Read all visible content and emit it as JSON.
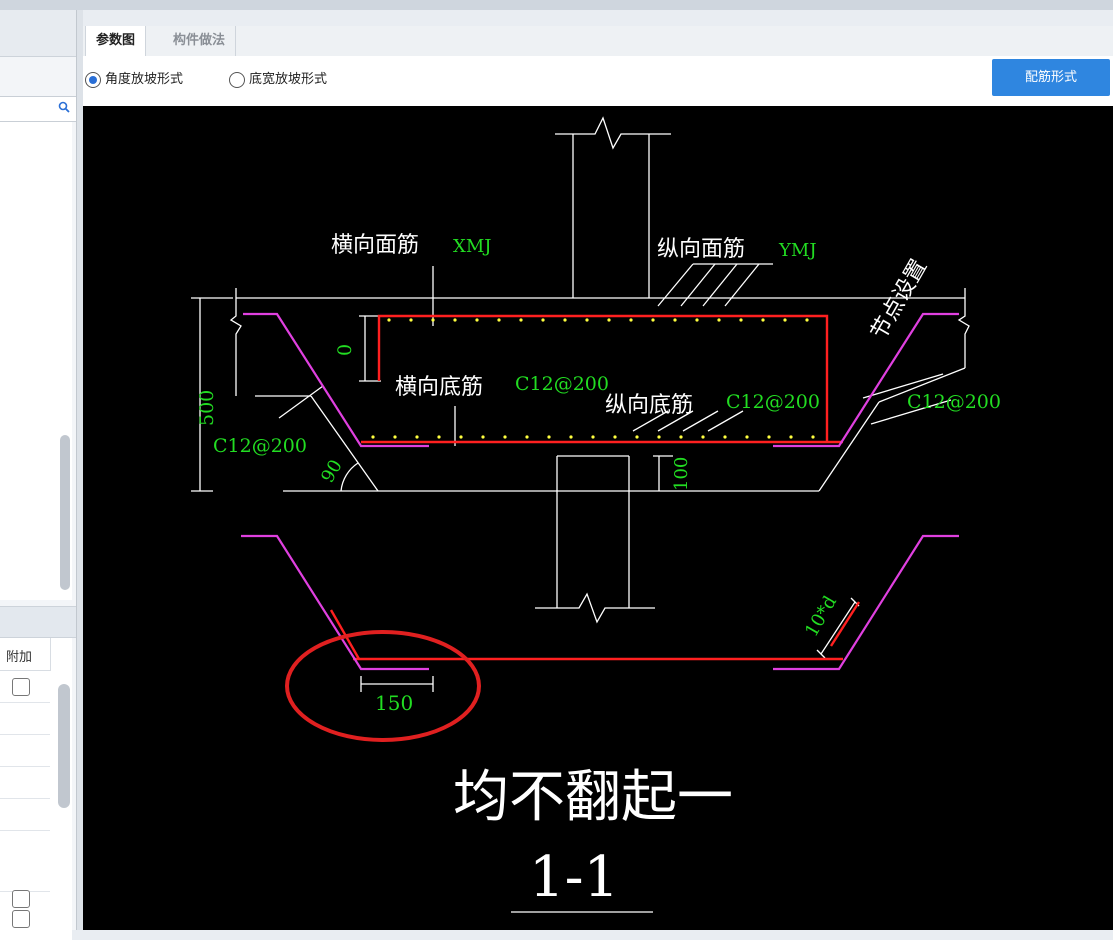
{
  "left_pane": {
    "table_header": "附加",
    "search_icon": "search-icon",
    "checkbox_rows": [
      {
        "checked": false,
        "has_checkbox": true
      },
      {
        "checked": false,
        "has_checkbox": false
      },
      {
        "checked": false,
        "has_checkbox": false
      },
      {
        "checked": false,
        "has_checkbox": false
      },
      {
        "checked": false,
        "has_checkbox": false
      },
      {
        "checked": false,
        "has_checkbox": true
      },
      {
        "checked": false,
        "has_checkbox": true
      }
    ]
  },
  "tabs": [
    {
      "label": "参数图",
      "active": true
    },
    {
      "label": "构件做法",
      "active": false
    }
  ],
  "options": {
    "angle_label": "角度放坡形式",
    "bottom_label": "底宽放坡形式",
    "selected": "angle"
  },
  "button": {
    "rebar_label": "配筋形式"
  },
  "drawing": {
    "label_horizontal_top": "横向面筋",
    "code_horizontal_top": "XMJ",
    "label_vertical_top": "纵向面筋",
    "code_vertical_top": "YMJ",
    "label_node": "节点设置",
    "label_horizontal_bottom": "横向底筋",
    "code_horizontal_bottom": "C12@200",
    "label_vertical_bottom": "纵向底筋",
    "code_vertical_bottom": "C12@200",
    "code_right": "C12@200",
    "code_left": "C12@200",
    "dim_height": "500",
    "dim_zero": "0",
    "dim_angle": "90",
    "dim_100": "100",
    "dim_150": "150",
    "dim_10d": "10*d",
    "caption_main": "均不翻起一",
    "caption_section": "1-1"
  },
  "colors": {
    "accent_blue": "#2f86e0",
    "rebar_red": "#ff2020",
    "rebar_magenta": "#e040e0",
    "dim_green": "#22dd22",
    "annotation_circle": "#e02020"
  }
}
